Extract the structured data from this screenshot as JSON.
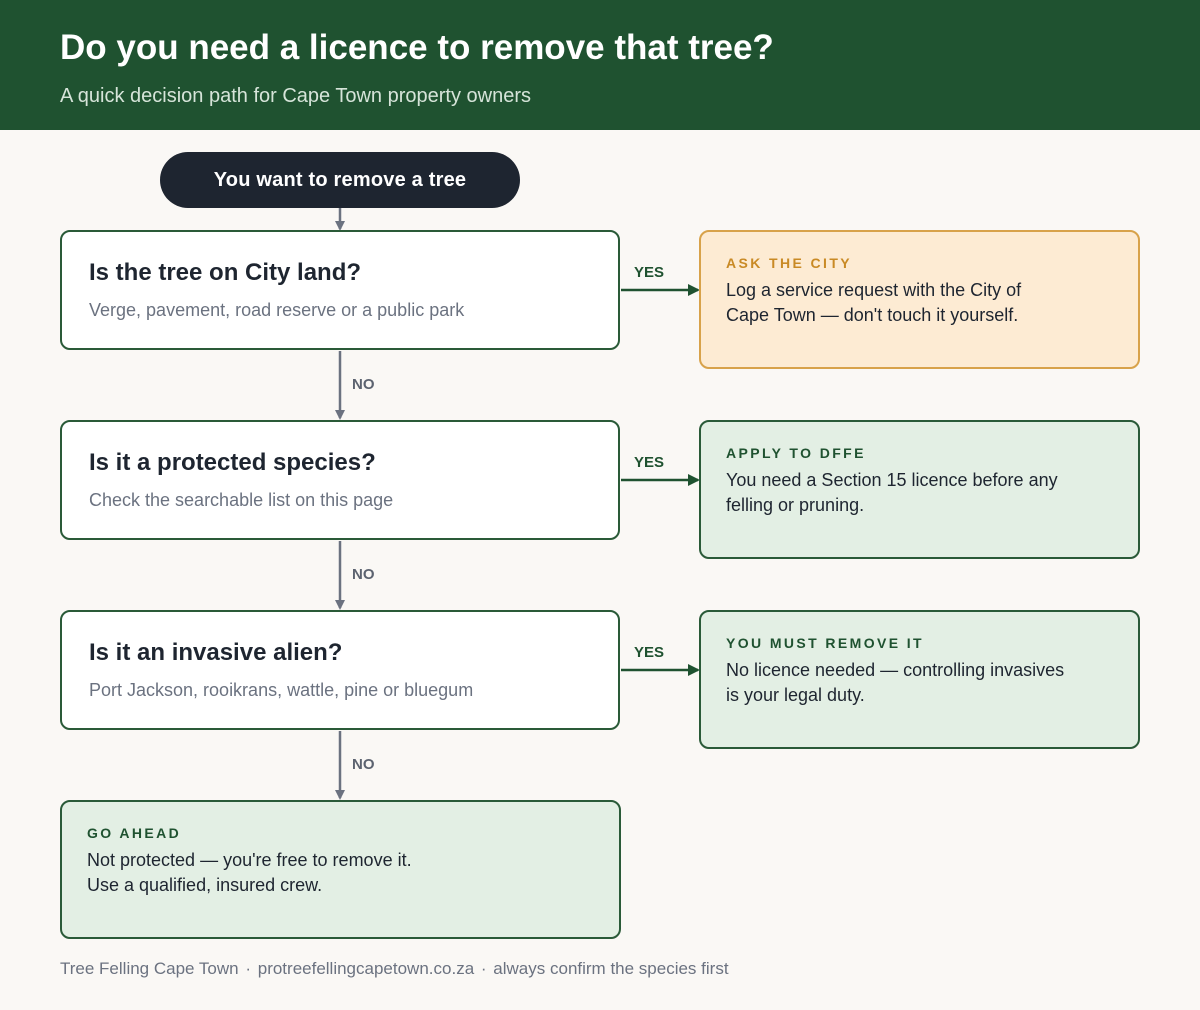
{
  "header": {
    "title": "Do you need a licence to remove that tree?",
    "subtitle": "A quick decision path for Cape Town property owners"
  },
  "start": {
    "label": "You want to remove a tree"
  },
  "questions": [
    {
      "title": "Is the tree on City land?",
      "hint": "Verge, pavement, road reserve or a public park"
    },
    {
      "title": "Is it a protected species?",
      "hint": "Check the searchable list on this page"
    },
    {
      "title": "Is it an invasive alien?",
      "hint": "Port Jackson, rooikrans, wattle, pine or bluegum"
    }
  ],
  "outcomes": [
    {
      "label": "ASK THE CITY",
      "text": "Log a service request with the City of Cape Town — don't touch it yourself."
    },
    {
      "label": "APPLY TO DFFE",
      "text": "You need a Section 15 licence before any felling or pruning."
    },
    {
      "label": "YOU MUST REMOVE IT",
      "text": "No licence needed — controlling invasives is your legal duty."
    },
    {
      "label": "GO AHEAD",
      "text": "Not protected — you're free to remove it. Use a qualified, insured crew."
    }
  ],
  "edges": {
    "yes": "YES",
    "no": "NO"
  },
  "footer": {
    "brand": "Tree Felling Cape Town",
    "separator": "·",
    "site": "protreefellingcapetown.co.za",
    "note": "always confirm the species first"
  },
  "colors": {
    "header_bg": "#1f5230",
    "start_bg": "#1e2530",
    "yes_arrow": "#1f5230",
    "no_arrow": "#6b7280",
    "city_outcome_bg": "#fdebd3",
    "city_outcome_border": "#d8a24a",
    "green_outcome_bg": "#e3efe4"
  }
}
